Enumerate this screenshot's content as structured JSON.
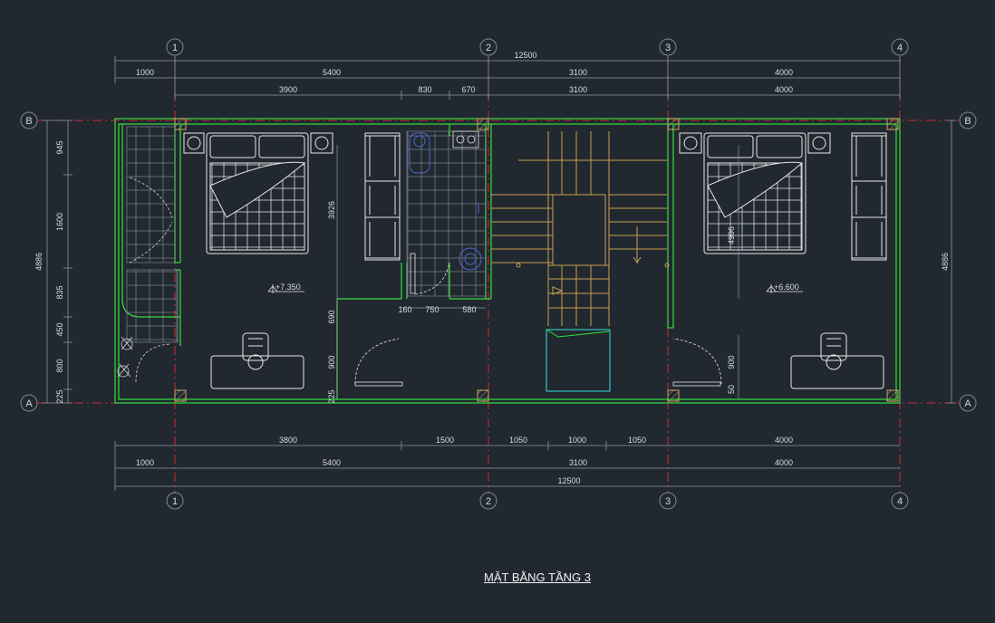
{
  "title": "MẶT BẰNG TẦNG 3",
  "axes_x": [
    "1",
    "2",
    "3",
    "4"
  ],
  "axes_y": [
    "B",
    "A"
  ],
  "dims_top_1": [
    "12500"
  ],
  "dims_top_2": [
    "1000",
    "5400",
    "3100",
    "4000"
  ],
  "dims_top_3": [
    "3900",
    "830",
    "670",
    "3100",
    "4000"
  ],
  "dims_bottom_1": [
    "3800",
    "1500",
    "1050",
    "1000",
    "1050",
    "4000"
  ],
  "dims_bottom_2": [
    "1000",
    "5400",
    "3100",
    "4000"
  ],
  "dims_bottom_3": [
    "12500"
  ],
  "dims_left": [
    "945",
    "1600",
    "835",
    "450",
    "800",
    "225",
    "4886"
  ],
  "dims_right": [
    "4886"
  ],
  "room_dims": [
    "3926",
    "690",
    "900",
    "160",
    "750",
    "580",
    "900",
    "4996",
    "225",
    "50"
  ],
  "levels": [
    "+7.350",
    "+6.600"
  ],
  "colors": {
    "background": "#212830",
    "wall": "#35e03a",
    "axis": "#e0303a",
    "furniture": "#e6e6e6",
    "stair": "#c8a050",
    "fixture": "#4a6ad0",
    "dim": "#bfc8cc"
  }
}
